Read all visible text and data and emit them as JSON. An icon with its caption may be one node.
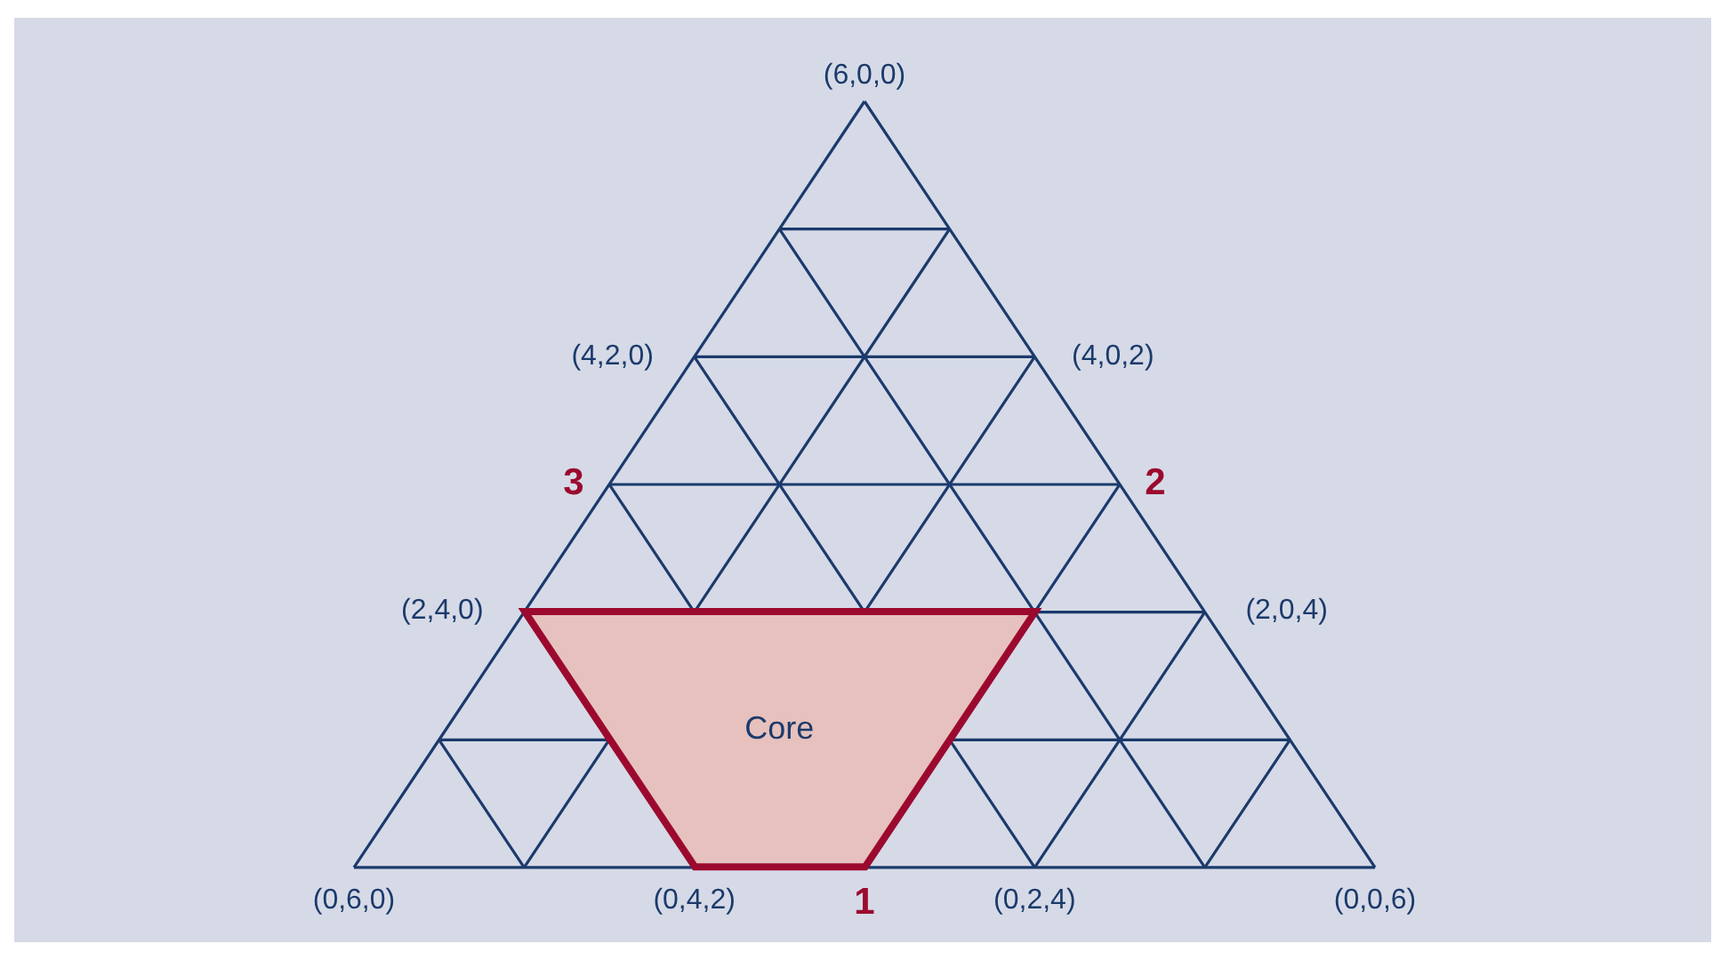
{
  "diagram": {
    "nodes": [
      {
        "text": [
          "Core"
        ]
      }
    ],
    "labels": [
      "(6,0,0)",
      "(4,2,0)",
      "(4,0,2)",
      "3",
      "2",
      "(2,4,0)",
      "(2,0,4)",
      "(0,6,0)",
      "(0,4,2)",
      "1",
      "(0,2,4)",
      "(0,0,6)"
    ]
  }
}
